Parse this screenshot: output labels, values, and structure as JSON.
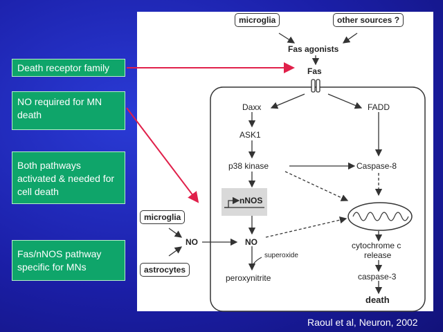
{
  "callouts": [
    "Death receptor family",
    "NO required for MN death",
    "Both pathways activated & needed for cell death",
    "Fas/nNOS pathway specific for MNs"
  ],
  "diagram": {
    "microglia_top": "microglia",
    "other_sources": "other sources ?",
    "fas_agonists": "Fas agonists",
    "fas": "Fas",
    "daxx": "Daxx",
    "fadd": "FADD",
    "ask1": "ASK1",
    "p38": "p38 kinase",
    "caspase8": "Caspase-8",
    "nnos": "nNOS",
    "microglia_left": "microglia",
    "astrocytes": "astrocytes",
    "no_outer": "NO",
    "no_inner": "NO",
    "superoxide": "superoxide",
    "peroxynitrite": "peroxynitrite",
    "cytochrome": "cytochrome c",
    "release": "release",
    "caspase3": "caspase-3",
    "death": "death"
  },
  "citation": "Raoul et al, Neuron, 2002",
  "colors": {
    "callout_bg": "#0fa56a",
    "pointer_arrow": "#e0204a",
    "background": "#1b1fa8"
  }
}
